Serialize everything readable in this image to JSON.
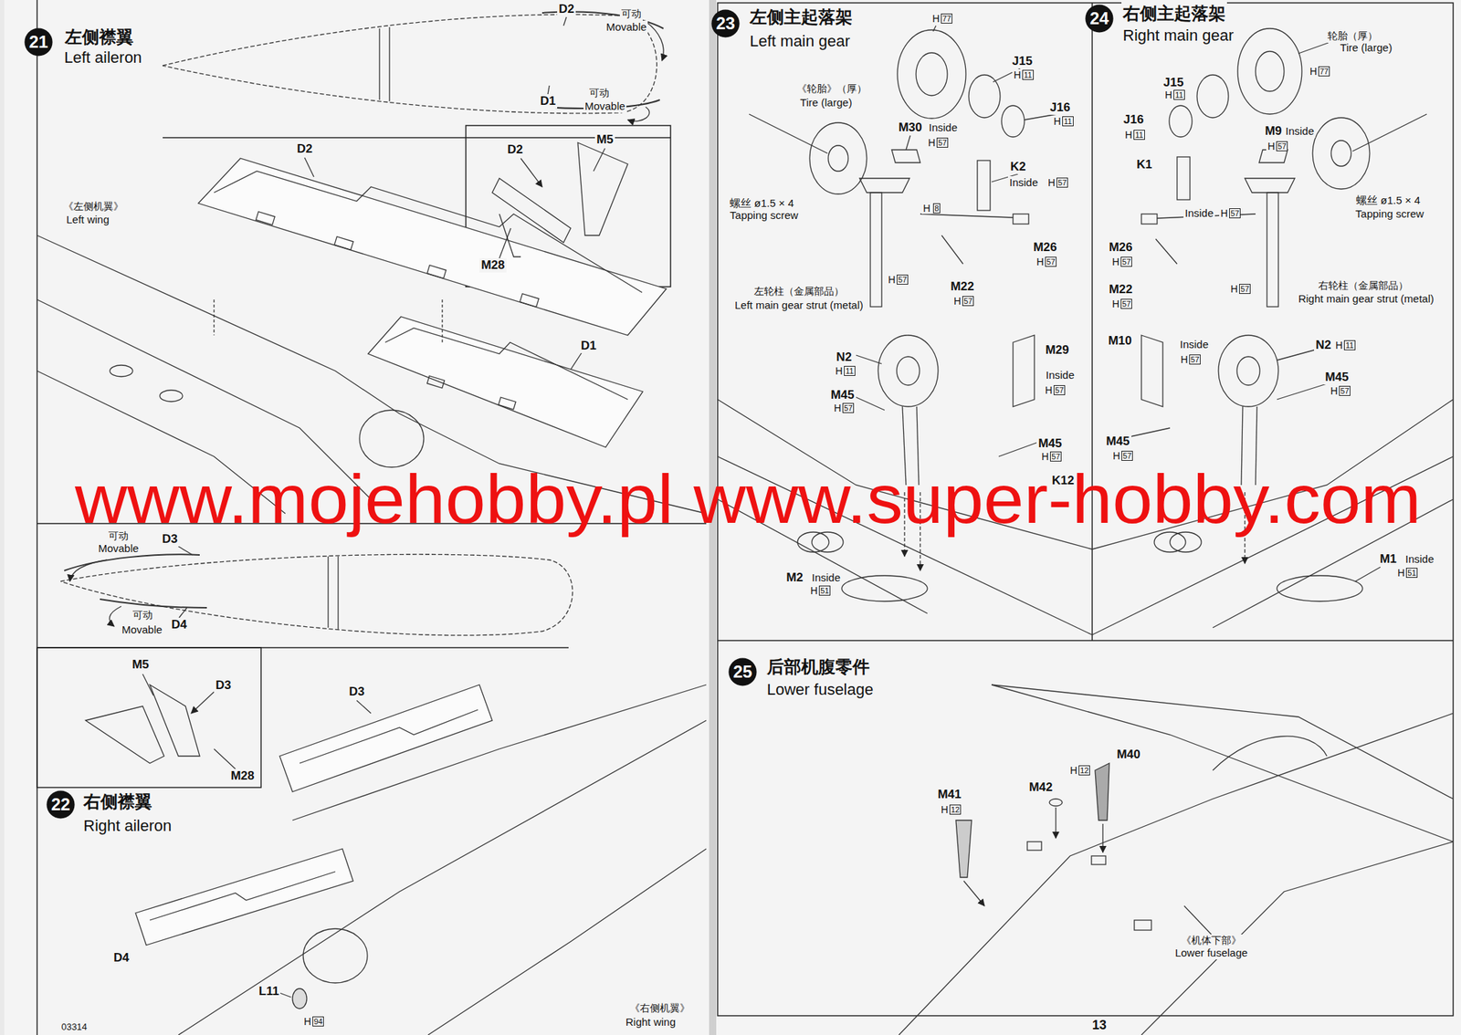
{
  "diagram": {
    "nodes": [
      {
        "text": [
          "21"
        ]
      },
      {
        "text": [
          "22"
        ]
      },
      {
        "text": [
          "23"
        ]
      },
      {
        "text": [
          "24"
        ]
      },
      {
        "text": [
          "25"
        ]
      }
    ],
    "labels": [
      "左侧襟翼",
      "Left aileron",
      "D2",
      "可动",
      "Movable",
      "D1",
      "可动",
      "Movable",
      "D2",
      "《左侧机翼》",
      "Left wing",
      "D2",
      "M5",
      "M28",
      "D1",
      "可动",
      "Movable",
      "D3",
      "可动",
      "Movable",
      "D4",
      "M5",
      "D3",
      "M28",
      "D3",
      "右侧襟翼",
      "Right aileron",
      "D4",
      "L11",
      "H",
      "94",
      "《右侧机翼》",
      "Right wing",
      "03314",
      "左侧主起落架",
      "Left main gear",
      "H",
      "77",
      "J15",
      "H",
      "11",
      "J16",
      "H",
      "11",
      "《轮胎》（厚）",
      "Tire (large)",
      "M30",
      "Inside",
      "H",
      "57",
      "K2",
      "Inside",
      "H",
      "57",
      "螺丝 ø1.5 × 4",
      "Tapping screw",
      "H",
      "8",
      "M26",
      "H",
      "57",
      "H",
      "57",
      "左轮柱（金属部品）",
      "Left main gear strut (metal)",
      "M22",
      "H",
      "57",
      "N2",
      "H",
      "11",
      "M29",
      "Inside",
      "H",
      "57",
      "M45",
      "H",
      "57",
      "M45",
      "H",
      "57",
      "K12",
      "M2",
      "Inside",
      "H",
      "51",
      "右侧主起落架",
      "Right main gear",
      "轮胎（厚）",
      "Tire (large)",
      "H",
      "77",
      "J15",
      "H",
      "11",
      "J16",
      "H",
      "11",
      "M9",
      "Inside",
      "H",
      "57",
      "K1",
      "Inside",
      "H",
      "57",
      "螺丝 ø1.5 × 4",
      "Tapping screw",
      "M26",
      "H",
      "57",
      "M22",
      "H",
      "57",
      "H",
      "57",
      "右轮柱（金属部品）",
      "Right main gear strut (metal)",
      "M10",
      "Inside",
      "H",
      "57",
      "N2",
      "H",
      "11",
      "M45",
      "H",
      "57",
      "M45",
      "H",
      "57",
      "M1",
      "Inside",
      "H",
      "51",
      "后部机腹零件",
      "Lower fuselage",
      "M40",
      "H",
      "12",
      "M42",
      "M41",
      "H",
      "12",
      "《机体下部》",
      "Lower fuselage",
      "13",
      "www.mojehobby.pl www.super-hobby.com"
    ]
  }
}
